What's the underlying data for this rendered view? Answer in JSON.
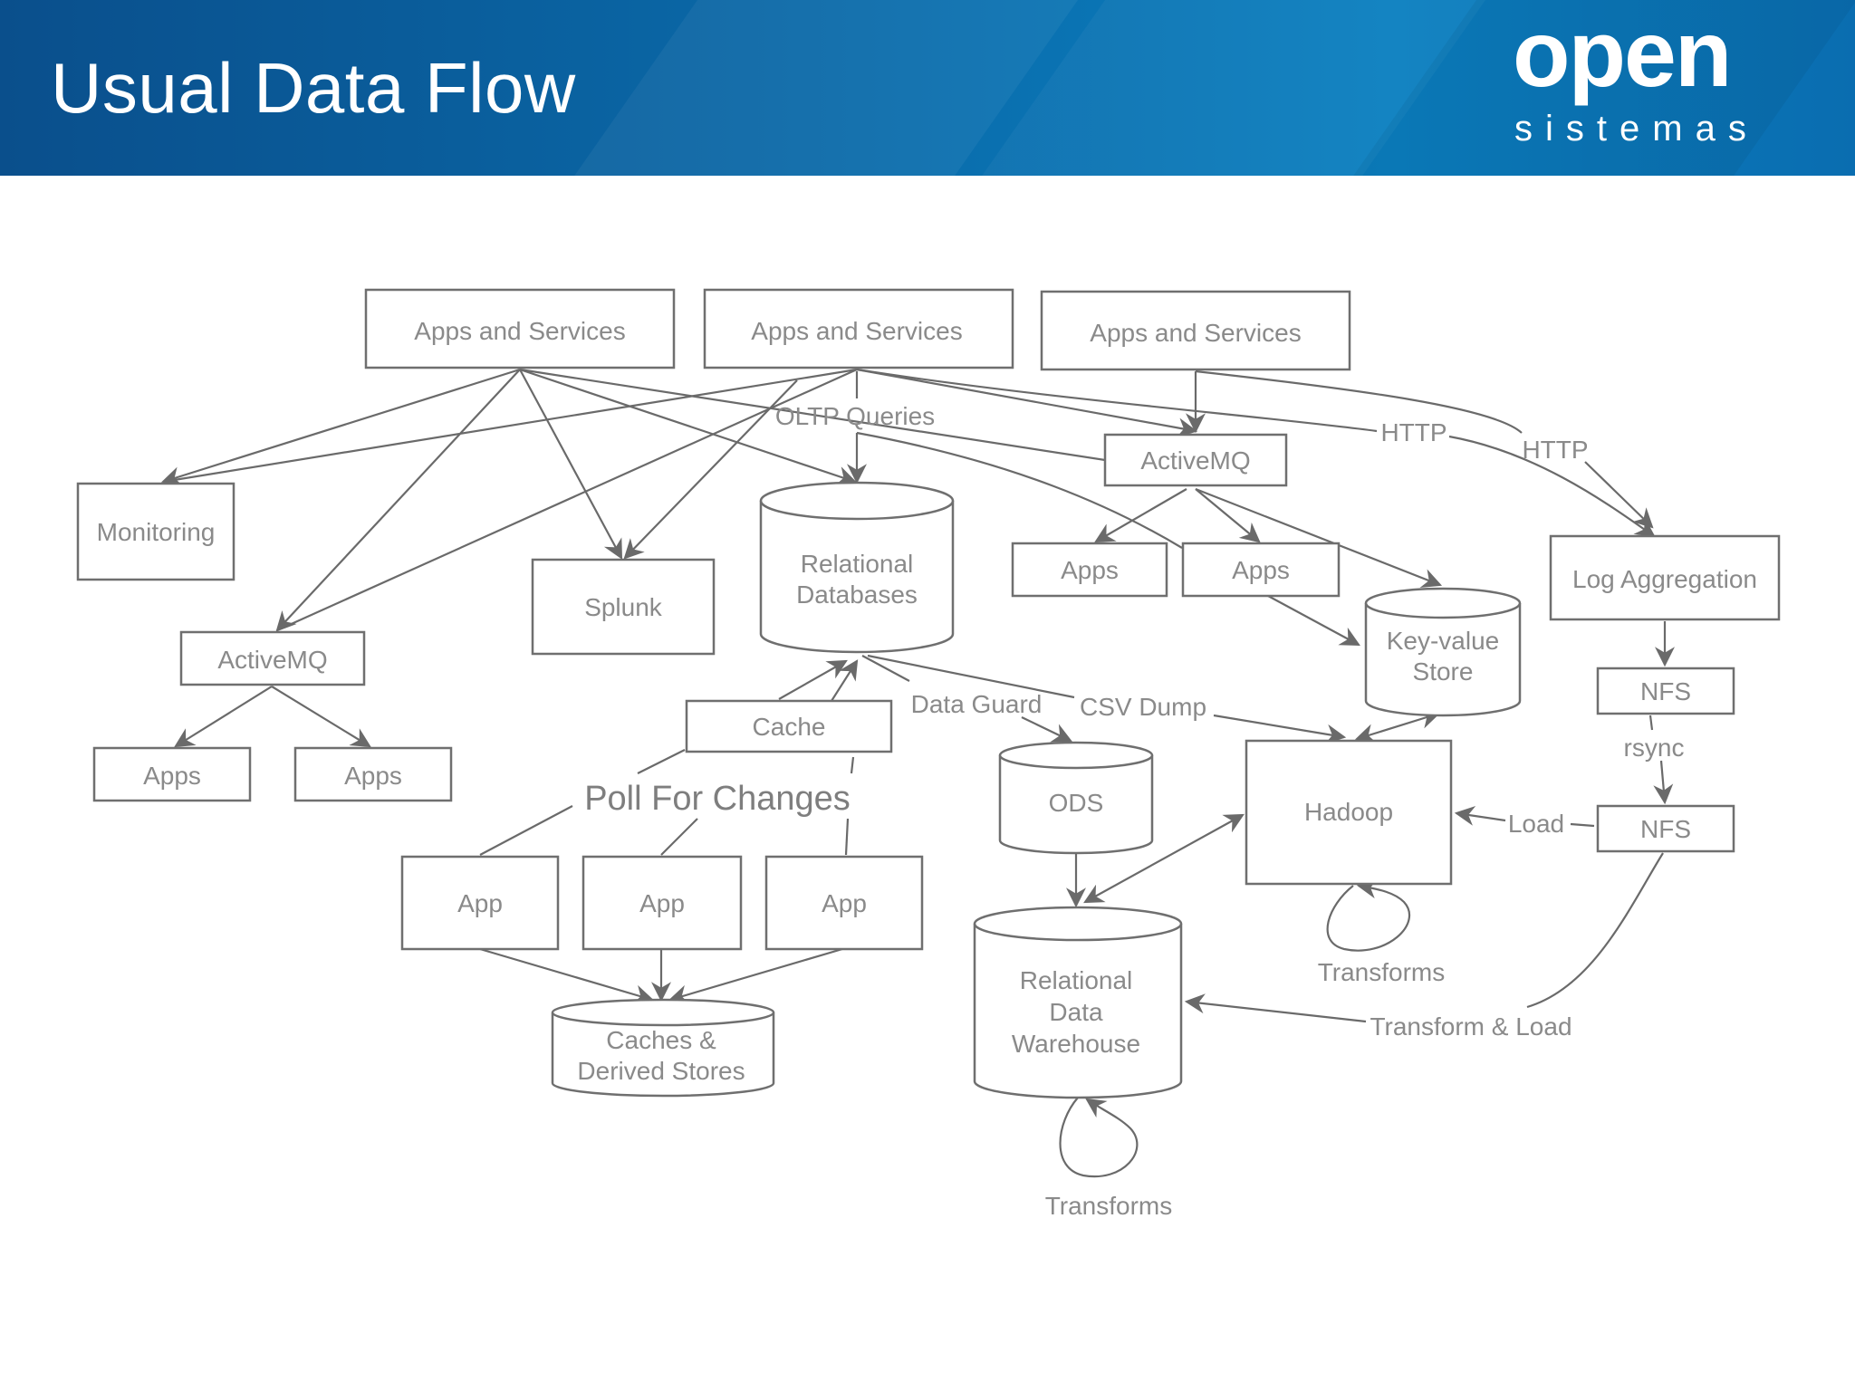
{
  "header": {
    "title": "Usual Data Flow",
    "logo_main": "open",
    "logo_sub": "sistemas"
  },
  "nodes": {
    "apps_services_1": "Apps and Services",
    "apps_services_2": "Apps and Services",
    "apps_services_3": "Apps and Services",
    "monitoring": "Monitoring",
    "splunk": "Splunk",
    "relational_db": [
      "Relational",
      "Databases"
    ],
    "activemq_top": "ActiveMQ",
    "apps_a": "Apps",
    "apps_b": "Apps",
    "key_value": [
      "Key-value",
      "Store"
    ],
    "log_aggregation": "Log Aggregation",
    "nfs_top": "NFS",
    "nfs_bottom": "NFS",
    "activemq_left": "ActiveMQ",
    "apps_left_1": "Apps",
    "apps_left_2": "Apps",
    "cache": "Cache",
    "ods": "ODS",
    "hadoop": "Hadoop",
    "app_1": "App",
    "app_2": "App",
    "app_3": "App",
    "caches_derived": [
      "Caches &",
      "Derived Stores"
    ],
    "warehouse": [
      "Relational",
      "Data",
      "Warehouse"
    ]
  },
  "labels": {
    "oltp": "OLTP Queries",
    "http_1": "HTTP",
    "http_2": "HTTP",
    "data_guard": "Data Guard",
    "csv_dump": "CSV Dump",
    "rsync": "rsync",
    "load": "Load",
    "poll": "Poll For Changes",
    "transforms_hadoop": "Transforms",
    "transform_load": "Transform & Load",
    "transforms_dw": "Transforms"
  }
}
